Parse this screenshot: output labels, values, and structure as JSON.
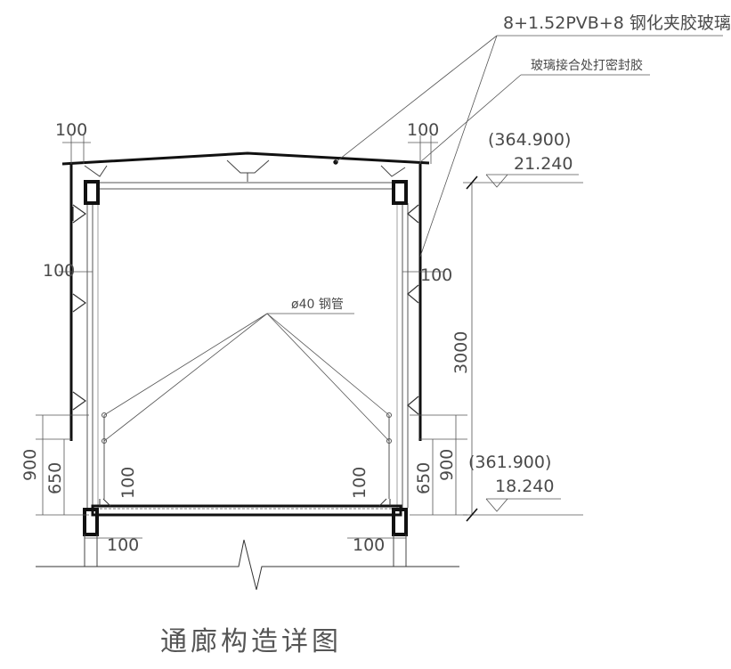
{
  "drawing": {
    "title": "通廊构造详图",
    "callouts": {
      "glass_spec": "8+1.52PVB+8  钢化夹胶玻璃",
      "sealant": "玻璃接合处打密封胶",
      "steel_pipe": "ø40 钢管"
    },
    "elevations": {
      "top_absolute": "(364.900)",
      "top_relative": "21.240",
      "bottom_absolute": "(361.900)",
      "bottom_relative": "18.240"
    },
    "dimensions": {
      "roof_overhang_left": "100",
      "roof_overhang_right": "100",
      "wall_thickness_left": "100",
      "wall_thickness_right": "100",
      "floor_offset_left": "100",
      "floor_offset_right": "100",
      "rail_post_left": "100",
      "rail_post_right": "100",
      "height_total": "3000",
      "parapet_left_900": "900",
      "parapet_left_650": "650",
      "parapet_right_650": "650",
      "parapet_right_900": "900"
    }
  }
}
